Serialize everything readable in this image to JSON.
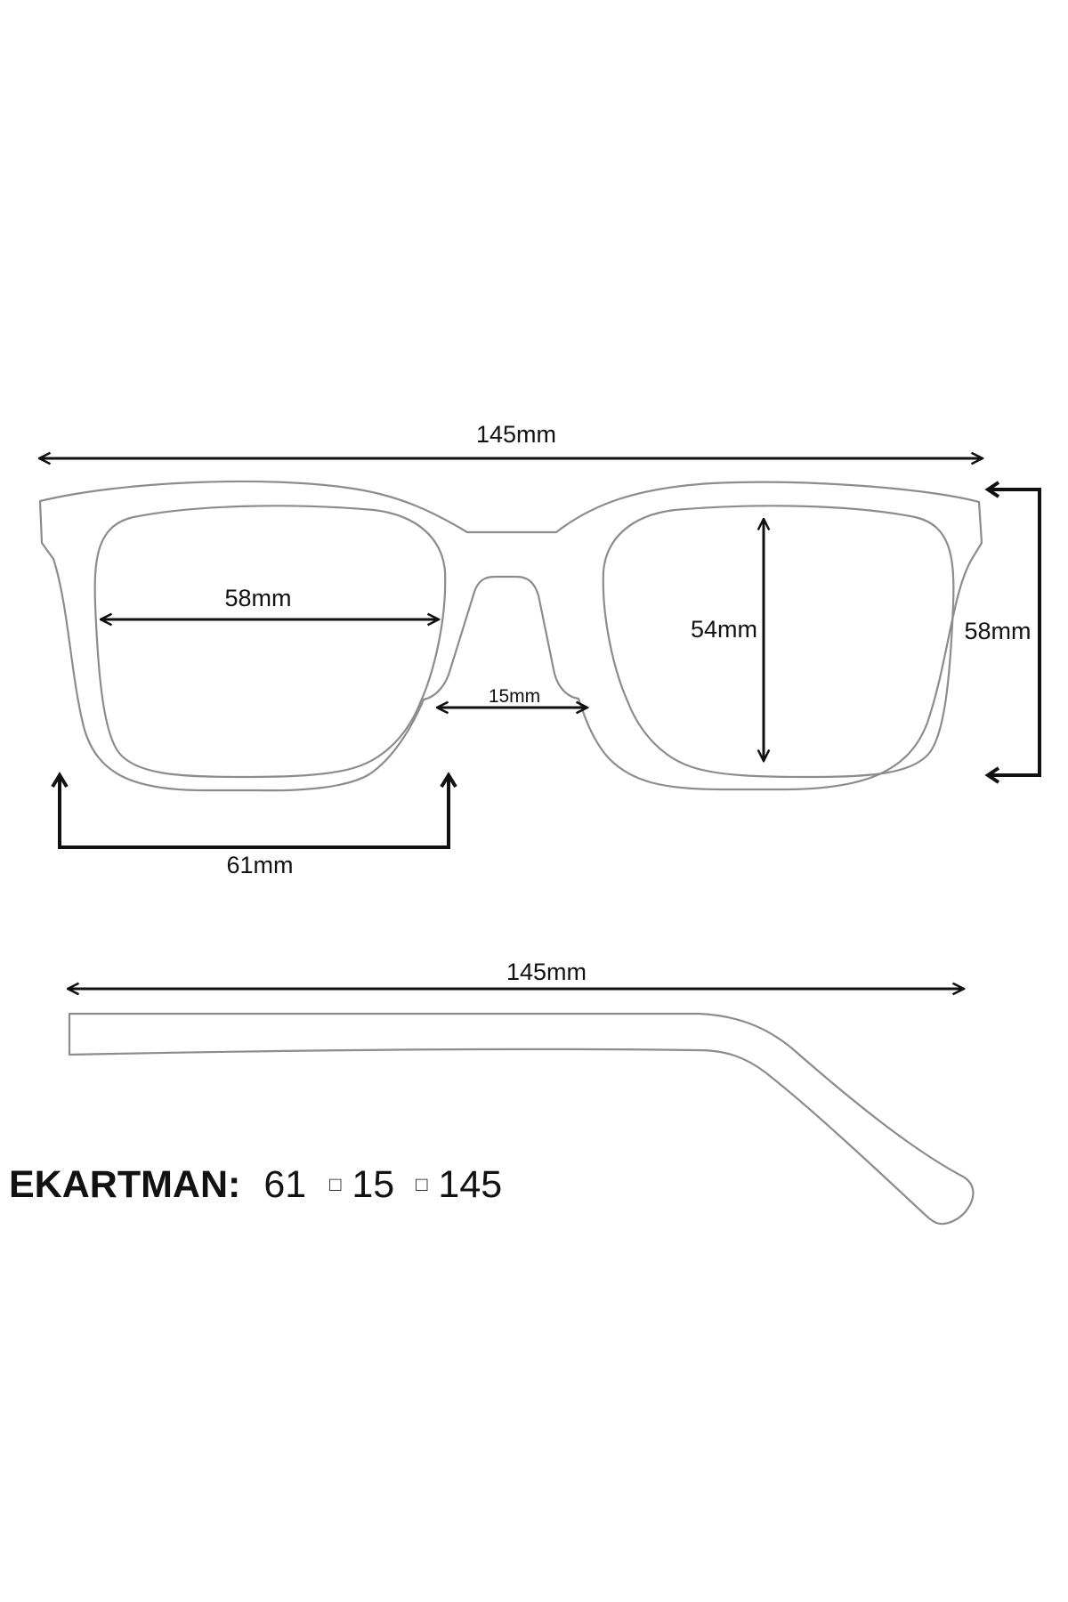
{
  "dimensions": {
    "total_width": "145mm",
    "lens_width": "58mm",
    "lens_height": "54mm",
    "frame_height": "58mm",
    "bridge_width": "15mm",
    "eye_size": "61mm",
    "temple_length": "145mm"
  },
  "size_code": {
    "brand": "EKARTMAN:",
    "eye": "61",
    "bridge": "15",
    "temple": "145",
    "separator": "□"
  },
  "colors": {
    "outline": "#8c8c8c",
    "dimension_lines": "#111111",
    "background": "#ffffff"
  }
}
